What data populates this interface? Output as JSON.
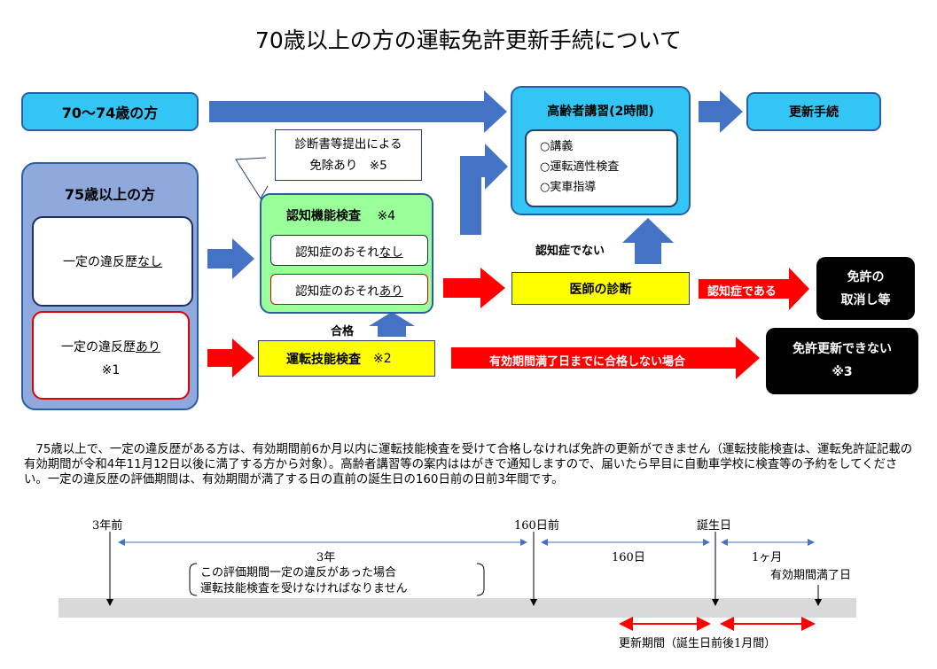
{
  "title": "70歳以上の方の運転免許更新手続について",
  "group_70_74": {
    "label": "70〜74歳の方"
  },
  "group_75": {
    "title": "75歳以上の方",
    "no_violation": {
      "prefix": "一定の違反歴",
      "emph": "なし"
    },
    "violation": {
      "prefix": "一定の違反歴",
      "emph": "あり",
      "note": "※1"
    }
  },
  "exemption": {
    "line1": "診断書等提出による",
    "line2": "免除あり　※5"
  },
  "cognitive_test": {
    "title": "認知機能検査",
    "note": "※4",
    "result_none": {
      "prefix": "認知症のおそれ",
      "emph": "なし"
    },
    "result_yes": {
      "prefix": "認知症のおそれ",
      "emph": "あり"
    }
  },
  "lecture": {
    "title": "高齢者講習(2時間)",
    "items": [
      "○講義",
      "○運転適性検査",
      "○実車指導"
    ]
  },
  "renewal": {
    "label": "更新手続"
  },
  "not_dementia_label": "認知症でない",
  "doctor": {
    "label": "医師の診断"
  },
  "is_dementia_label": "認知症である",
  "revocation": {
    "line1": "免許の",
    "line2": "取消し等"
  },
  "pass_label": "合格",
  "skill_test": {
    "title": "運転技能検査",
    "note": "※2"
  },
  "fail_label": "有効期間満了日までに合格しない場合",
  "cannot_renew": {
    "line1": "免許更新できない",
    "line2": "※3"
  },
  "explanation": "　75歳以上で、一定の違反歴がある方は、有効期間前6か月以内に運転技能検査を受けて合格しなければ免許の更新ができません（運転技能検査は、運転免許証記載の有効期間が令和4年11月12日以後に満了する方から対象）。高齢者講習等の案内ははがきで通知しますので、届いたら早目に自動車学校に検査等の予約をしてください。一定の違反歴の評価期間は、有効期間が満了する日の直前の誕生日の160日前の日前3年間です。",
  "timeline": {
    "label_3years_before": "3年前",
    "label_160_before": "160日前",
    "label_birthday": "誕生日",
    "span_3years": "3年",
    "span_160days": "160日",
    "span_1month": "1ヶ月",
    "expiry_label": "有効期間満了日",
    "eval_line1": "この評価期間一定の違反があった場合",
    "eval_line2": "運転技能検査を受けなければなりません",
    "renewal_period": "更新期間（誕生日前後1月間）"
  },
  "colors": {
    "cyan": "#33c6f4",
    "navy_border": "#2a5fa8",
    "lavender": "#8fa9dc",
    "green": "#99ff99",
    "yellow": "#ffff00",
    "red": "#ff0000",
    "blue_arrow": "#4472c4",
    "black": "#000000",
    "timeline_bar": "#d9d9d9"
  }
}
